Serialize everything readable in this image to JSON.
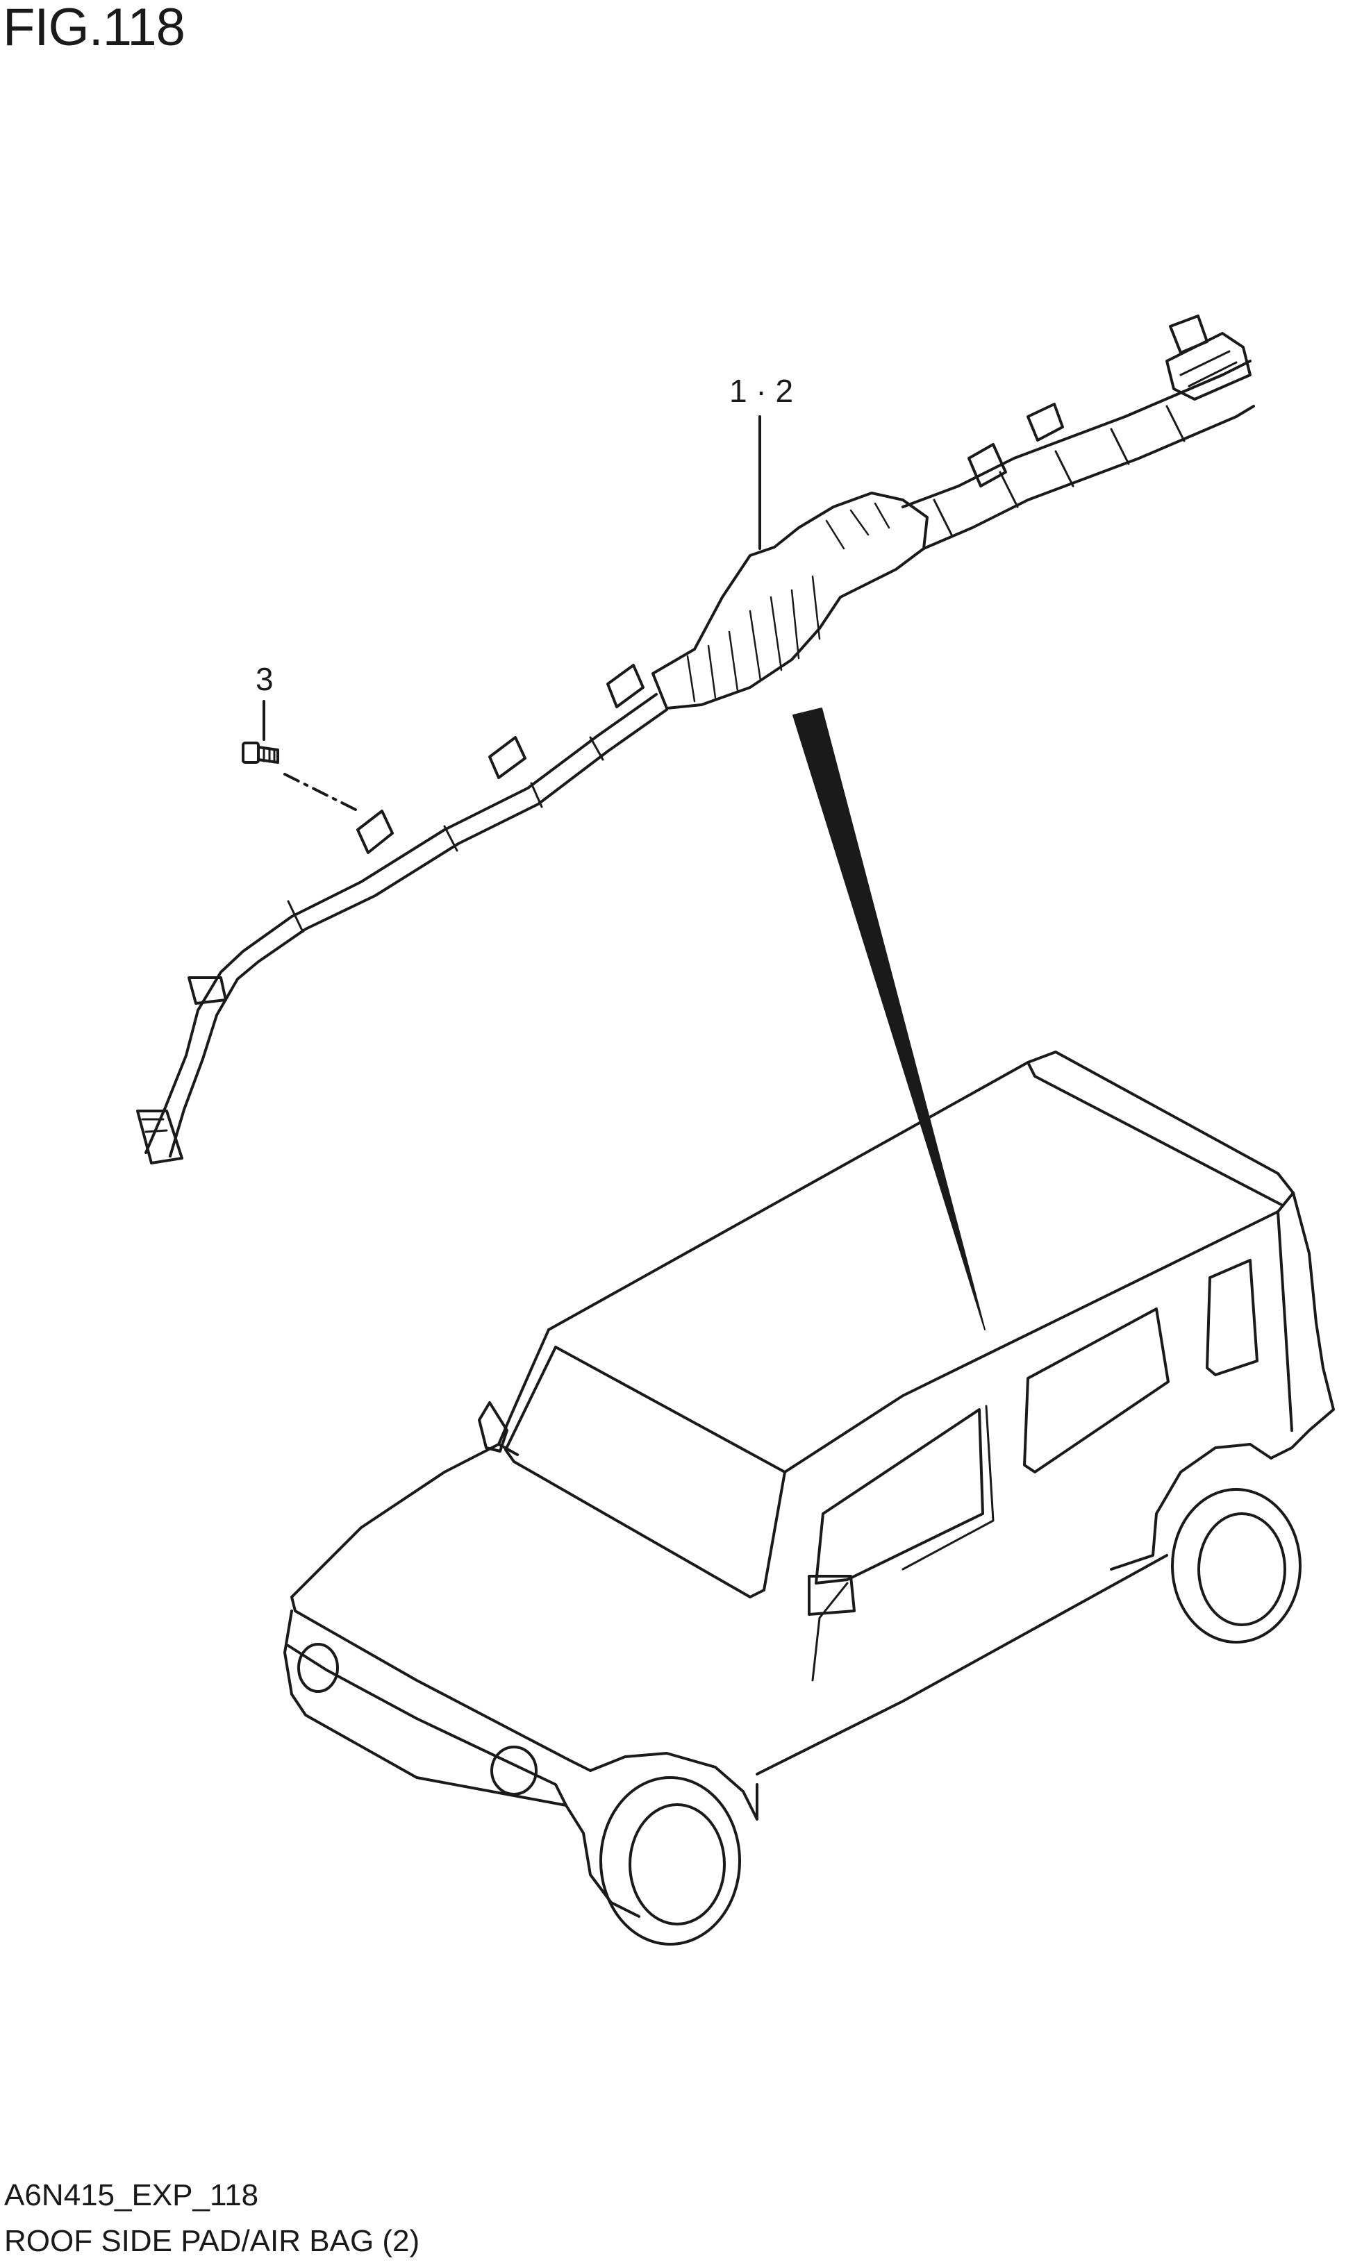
{
  "figure": {
    "title": "FIG.118",
    "callouts": {
      "airbag": "1 · 2",
      "bolt": "3"
    },
    "code": "A6N415_EXP_118",
    "caption": "ROOF SIDE PAD/AIR BAG (2)"
  }
}
